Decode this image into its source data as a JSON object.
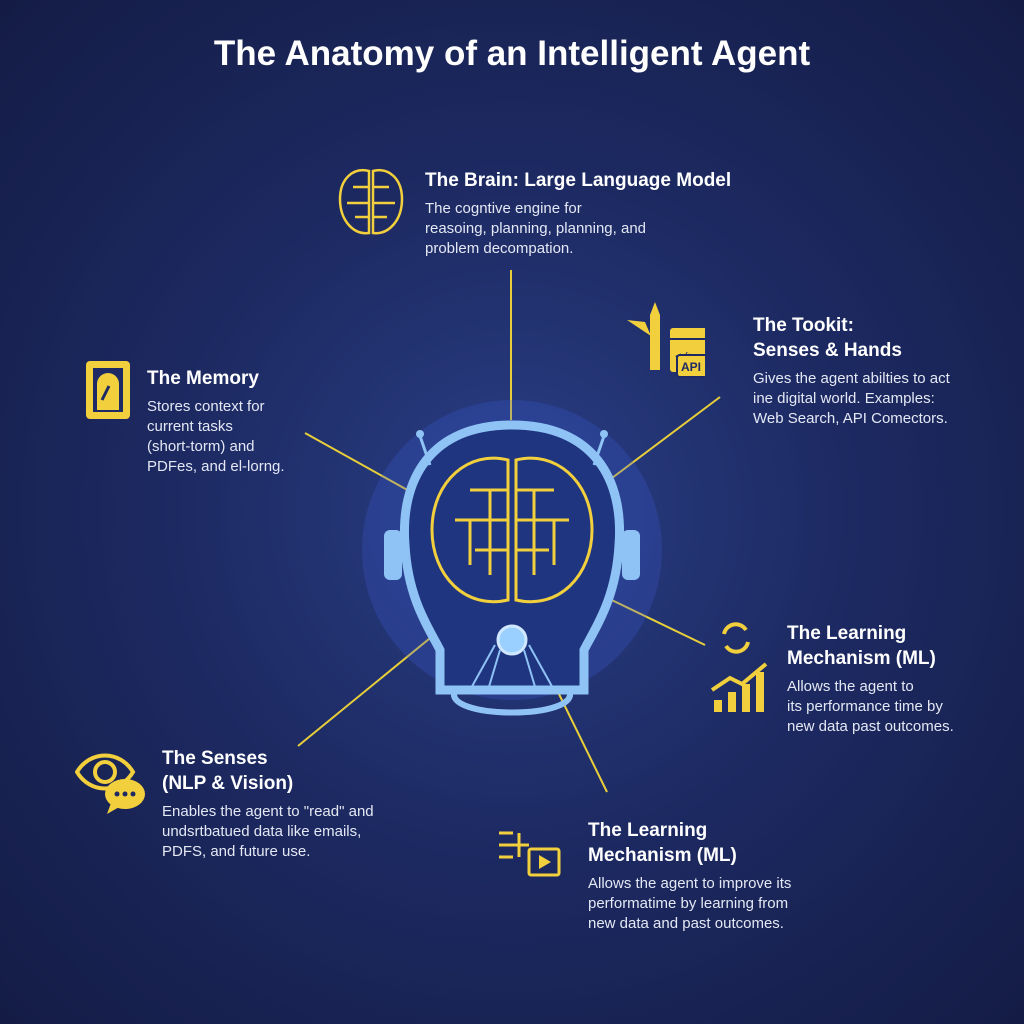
{
  "title": "The Anatomy of an Intelligent Agent",
  "colors": {
    "accent": "#f2cf3c",
    "background": "#1d2a63",
    "head_outline": "#8fc3f5"
  },
  "sections": {
    "brain": {
      "title": "The Brain: Large Language Model",
      "desc": [
        "The cogntive engine for",
        "reasoing, planning, planning, and",
        "problem decompation."
      ],
      "icon": "brain-icon"
    },
    "toolkit": {
      "title": [
        "The Tookit:",
        "Senses & Hands"
      ],
      "desc": [
        "Gives the agent abilties to act",
        "ine digital world. Examples:",
        "Web Search, API Comectors."
      ],
      "icon": "toolkit-icon",
      "icon_label": "API"
    },
    "memory": {
      "title": "The Memory",
      "desc": [
        "Stores context for",
        "current tasks",
        "(short-torm) and",
        "PDFes, and el-lorng."
      ],
      "icon": "hard-drive-icon"
    },
    "learning_right": {
      "title": [
        "The Learning",
        "Mechanism (ML)"
      ],
      "desc": [
        "Allows the agent to",
        "its performance time by",
        "new data past outcomes."
      ],
      "icon": "refresh-chart-icon"
    },
    "senses": {
      "title": [
        "The Senses",
        "(NLP & Vision)"
      ],
      "desc": [
        "Enables the agent to \"read\" and",
        "undsrtbatued data like emails,",
        "PDFS, and future use."
      ],
      "icon": "eye-chat-icon"
    },
    "learning_bottom": {
      "title": [
        "The Learning",
        "Mechanism (ML)"
      ],
      "desc": [
        "Allows the agent to improve its",
        "performatime by learning from",
        "new data and past outcomes."
      ],
      "icon": "media-flow-icon"
    }
  }
}
